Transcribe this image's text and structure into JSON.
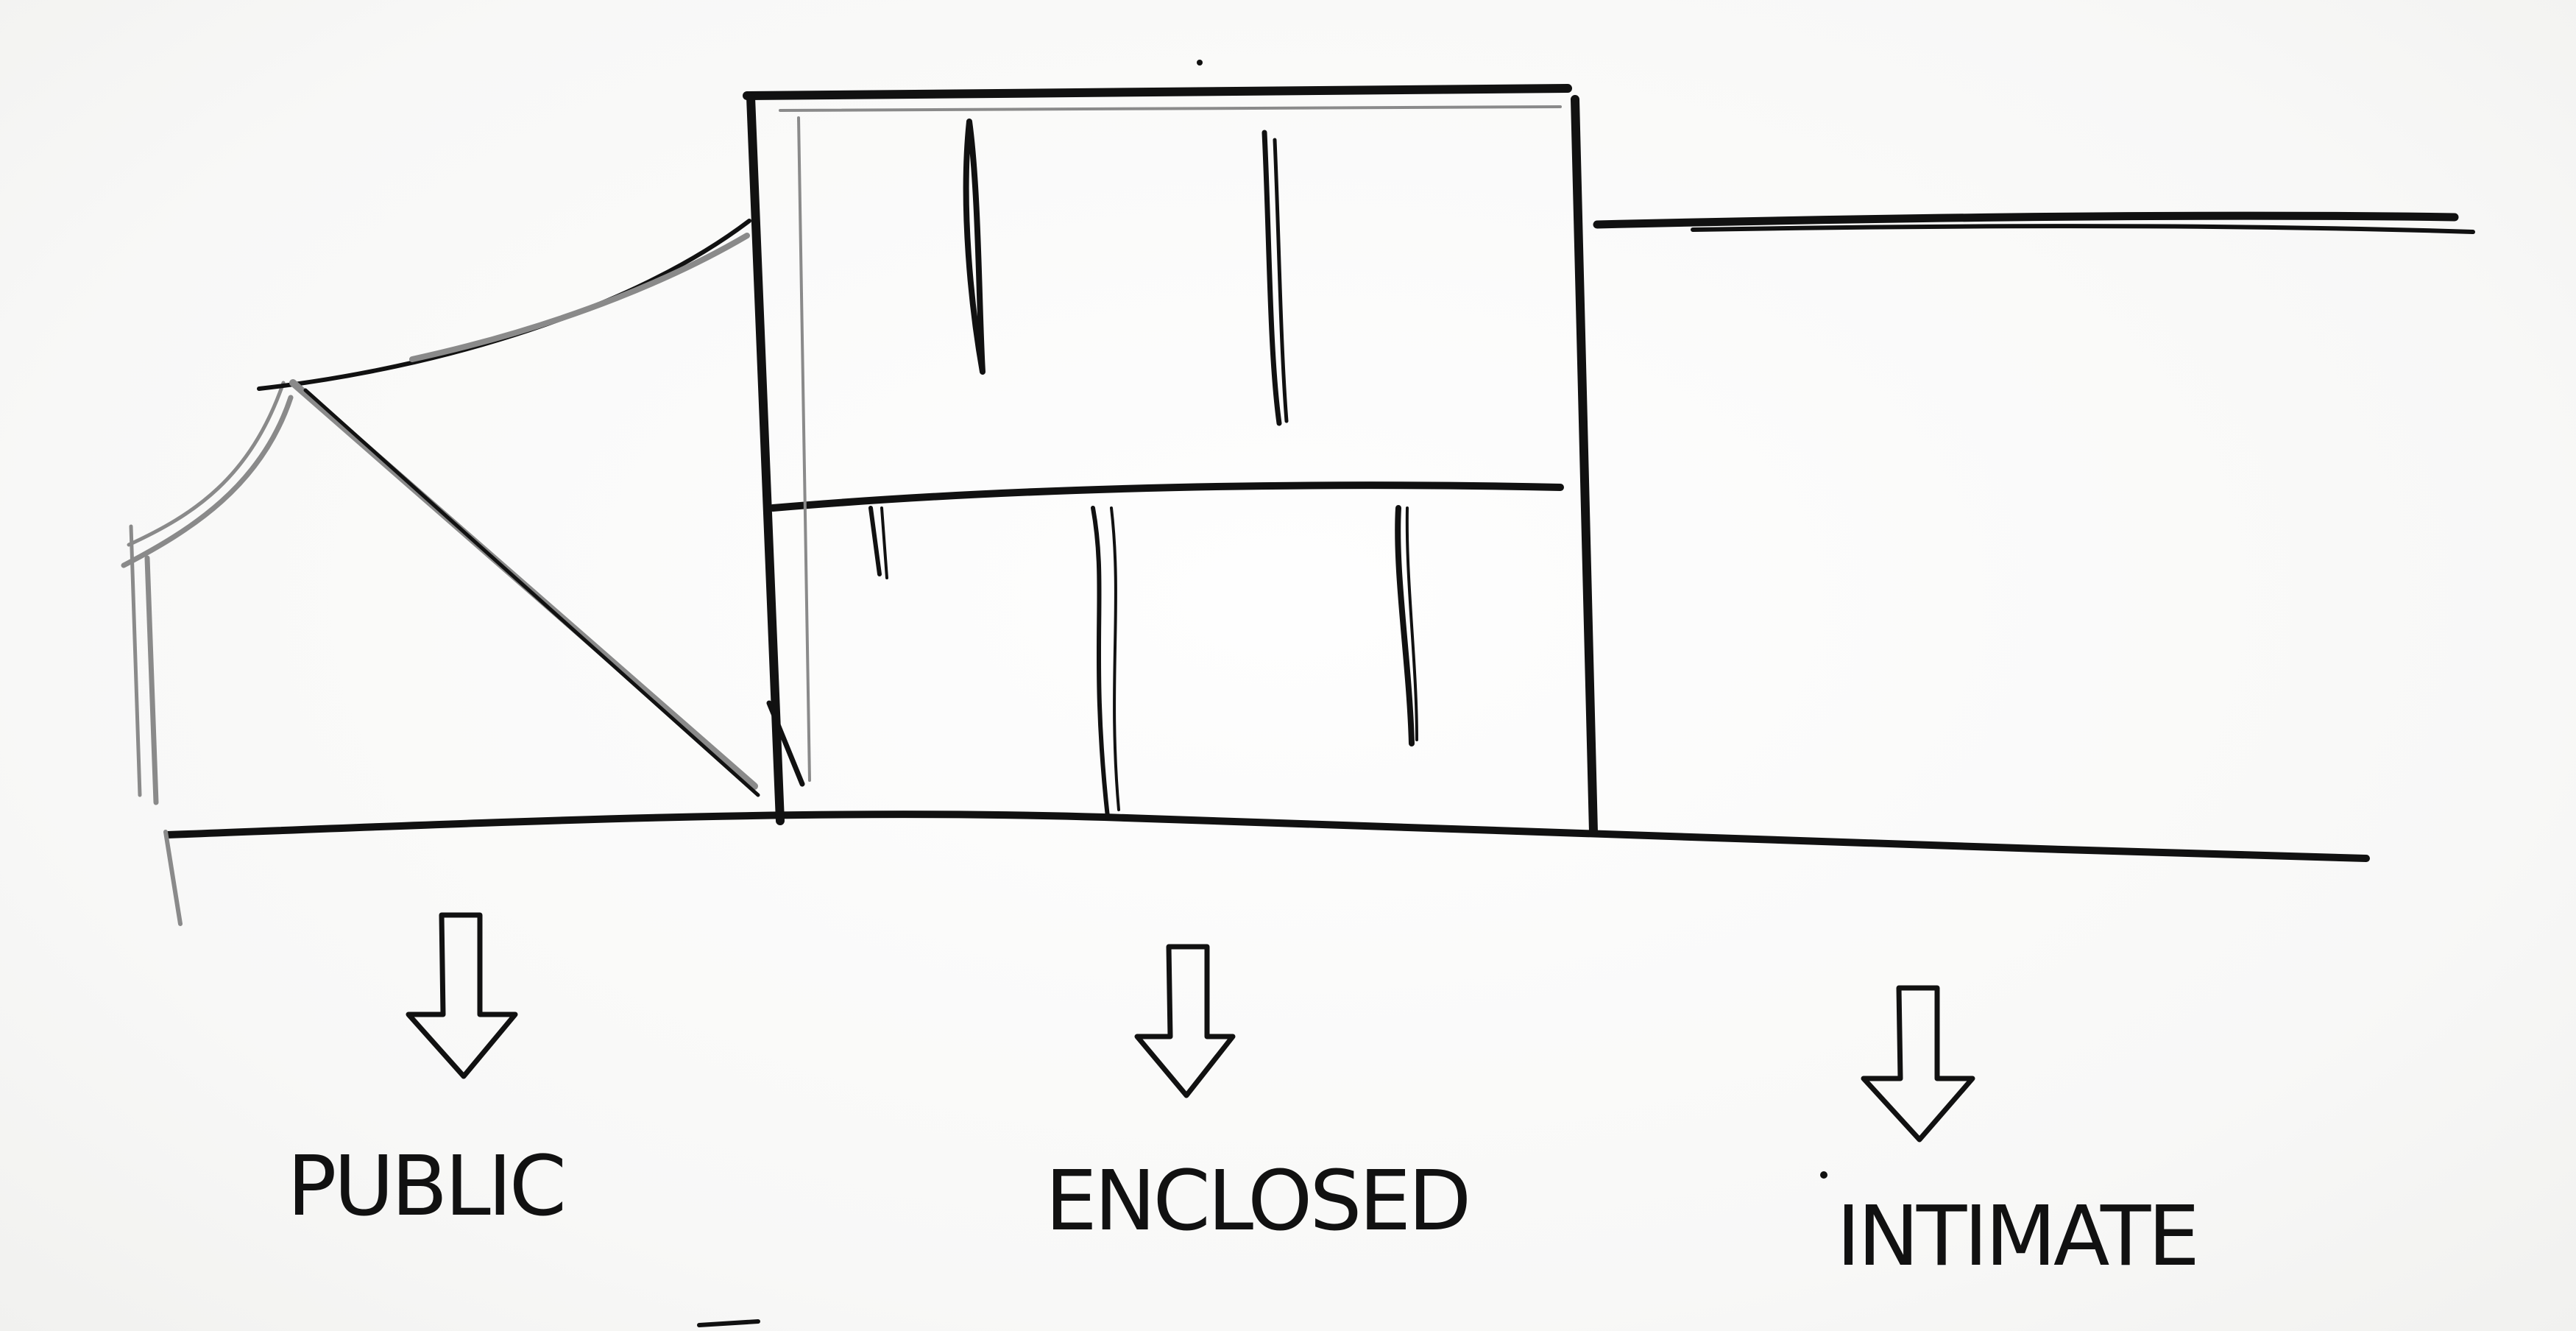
{
  "diagram": {
    "zones": [
      {
        "id": "public",
        "label": "PUBLIC",
        "arrow": "down-arrow-icon"
      },
      {
        "id": "enclosed",
        "label": "ENCLOSED",
        "arrow": "down-arrow-icon"
      },
      {
        "id": "intimate",
        "label": "INTIMATE",
        "arrow": "down-arrow-icon"
      }
    ],
    "colors": {
      "ink": "#111111",
      "pencil": "#8a8a8a",
      "paper": "#fbfbfa"
    }
  }
}
